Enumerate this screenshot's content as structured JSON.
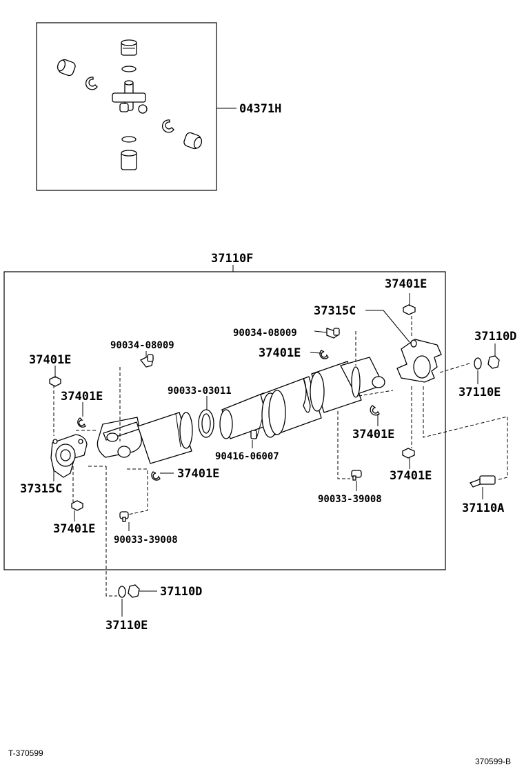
{
  "labels": {
    "kit": "04371H",
    "shaft_assy": "37110F",
    "yoke_right": "37315C",
    "yoke_left": "37315C",
    "clip_a": "37401E",
    "clip_b": "37401E",
    "clip_c": "37401E",
    "clip_d": "37401E",
    "clip_e": "37401E",
    "clip_f": "37401E",
    "clip_g": "37401E",
    "clip_h": "37401E",
    "grease_fitting_left": "90034-08009",
    "grease_fitting_right": "90034-08009",
    "dust_boot": "90033-03011",
    "plug": "90416-06007",
    "bolt_left": "90033-39008",
    "bolt_right": "90033-39008",
    "nut_right": "37110D",
    "washer_right": "37110E",
    "bolt_main": "37110A",
    "nut_bottom": "37110D",
    "washer_bottom": "37110E"
  },
  "footer": {
    "left_code": "T-370599",
    "right_code": "370599-B"
  }
}
